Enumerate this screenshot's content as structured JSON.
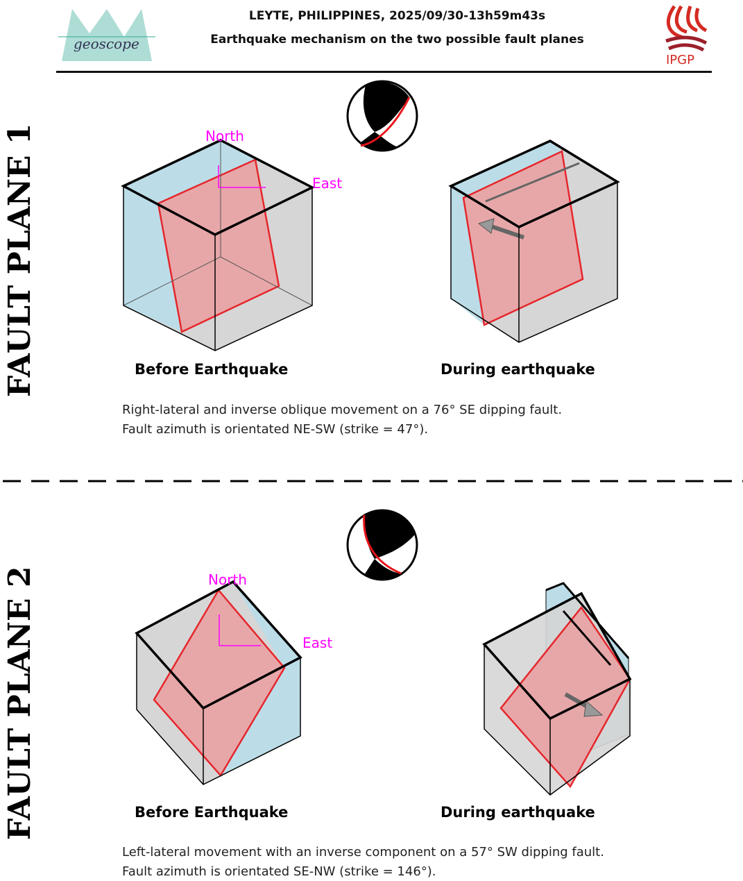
{
  "header": {
    "title": "LEYTE, PHILIPPINES, 2025/09/30-13h59m43s",
    "subtitle": "Earthquake mechanism on the two possible fault planes",
    "logo_left": "geoscope",
    "logo_right": "IPGP"
  },
  "sections": [
    {
      "label": "FAULT PLANE 1",
      "before_label": "Before Earthquake",
      "during_label": "During earthquake",
      "north": "North",
      "east": "East",
      "description": [
        "Right-lateral and inverse oblique movement on a 76° SE dipping fault.",
        "Fault azimuth is orientated NE-SW (strike = 47°)."
      ]
    },
    {
      "label": "FAULT PLANE 2",
      "before_label": "Before Earthquake",
      "during_label": "During earthquake",
      "north": "North",
      "east": "East",
      "description": [
        "Left-lateral movement with an inverse component on a 57° SW dipping fault.",
        "Fault azimuth is orientated SE-NW (strike = 146°)."
      ]
    }
  ],
  "colors": {
    "fault": "#e8141a",
    "fault_fill": "#e9a2a4",
    "block_blue": "#bcdde8",
    "block_grey": "#d6d6d6",
    "axes": "#ff00ff"
  }
}
